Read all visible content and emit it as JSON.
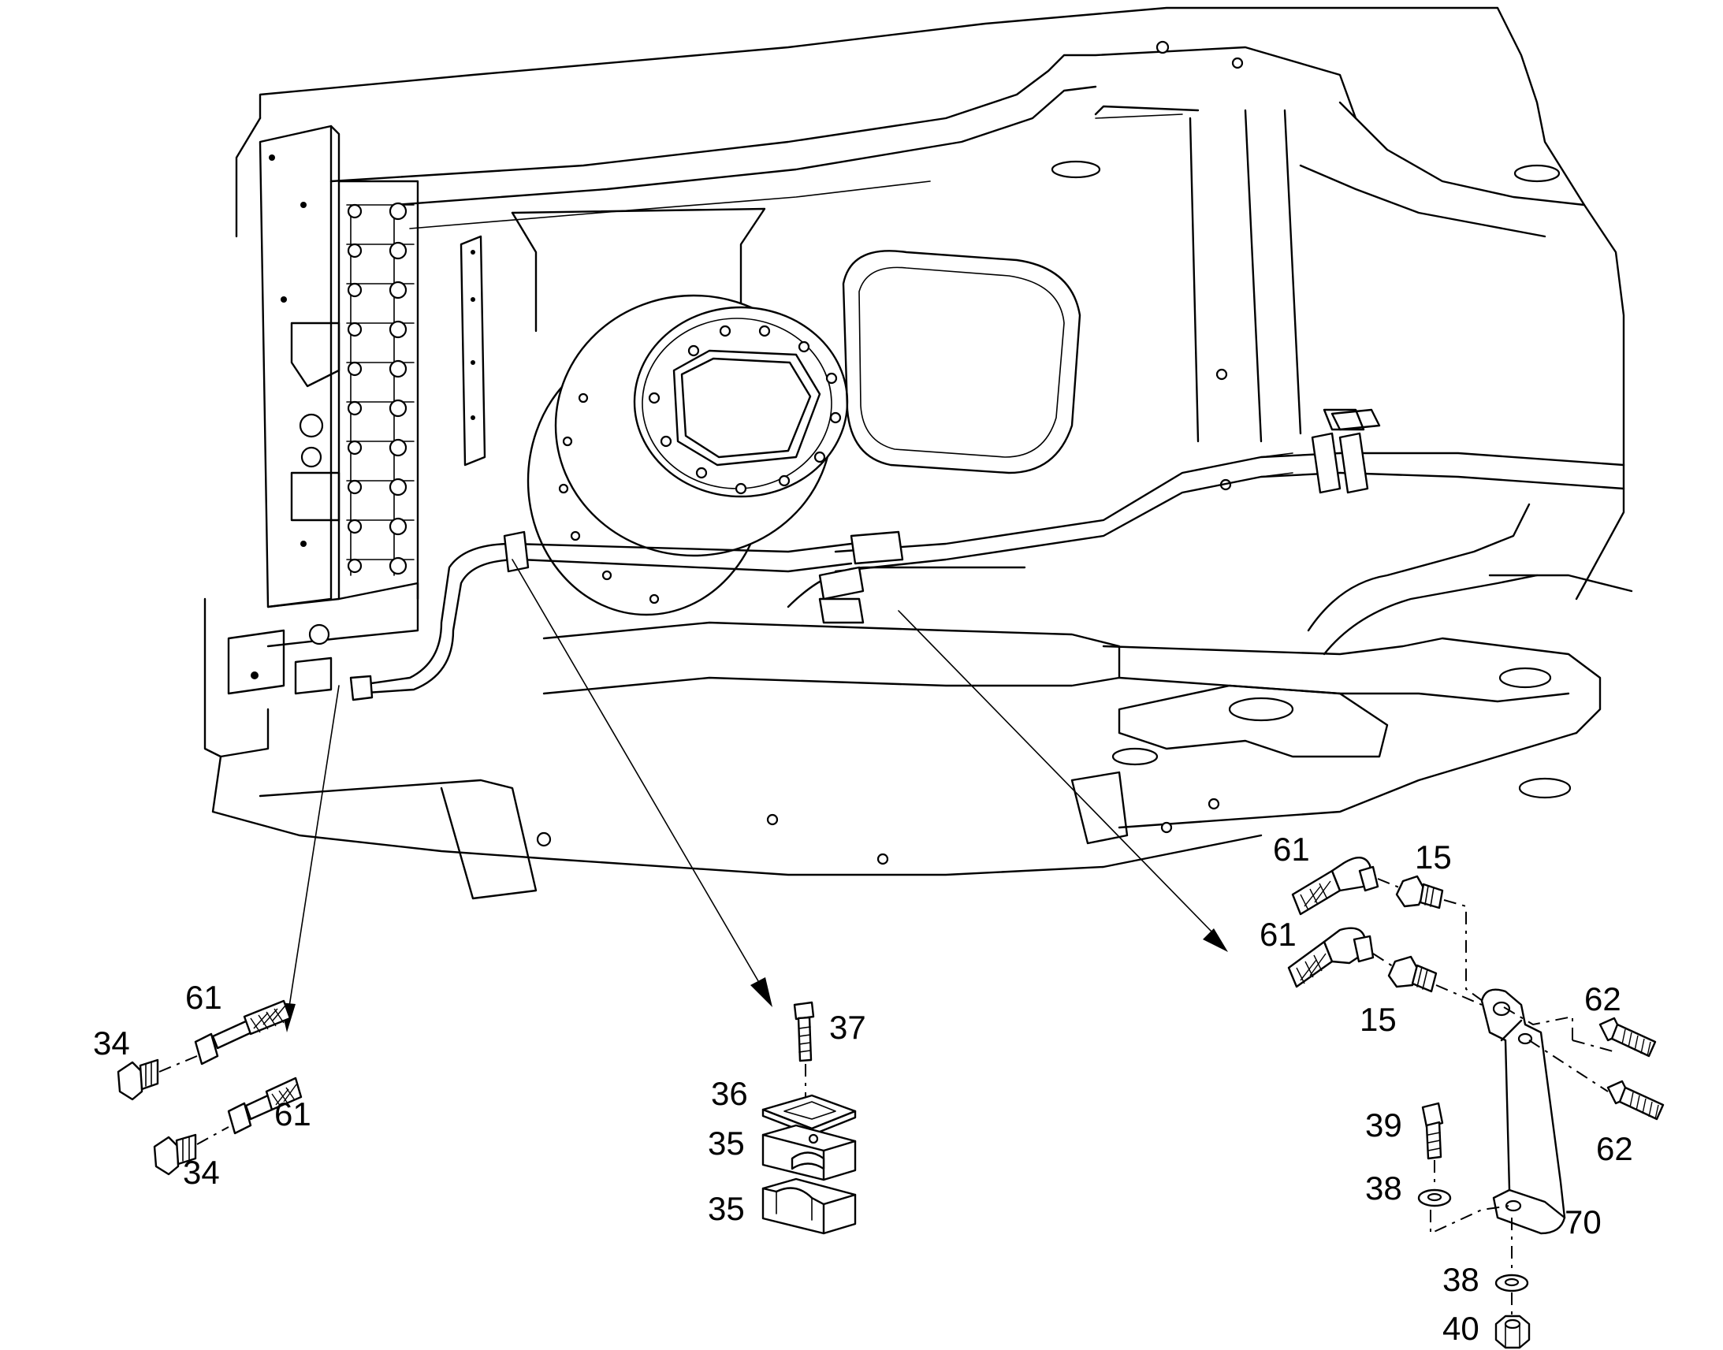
{
  "labels": {
    "l61_left_top": "61",
    "l34_left_top": "34",
    "l61_left_bottom": "61",
    "l34_left_bottom": "34",
    "l37": "37",
    "l36": "36",
    "l35_top": "35",
    "l35_bottom": "35",
    "l61_right_top": "61",
    "l15_right_top": "15",
    "l61_right_mid": "61",
    "l15_right_mid": "15",
    "l62_top": "62",
    "l62_bottom": "62",
    "l39": "39",
    "l38_top": "38",
    "l70": "70",
    "l38_bottom": "38",
    "l40": "40"
  }
}
